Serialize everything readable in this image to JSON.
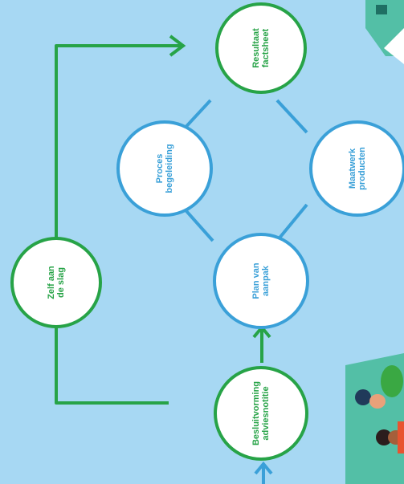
{
  "nodes": {
    "resultaat": {
      "line1": "Resultaat",
      "line2": "factsheet"
    },
    "proces": {
      "line1": "Proces",
      "line2": "begeleiding"
    },
    "maatwerk": {
      "line1": "Maatwerk",
      "line2": "producten"
    },
    "plan": {
      "line1": "Plan van",
      "line2": "aanpak"
    },
    "zelf": {
      "line1": "Zelf aan",
      "line2": "de slag"
    },
    "besluit": {
      "line1": "Besluitvorming",
      "line2": "adviesnotitie"
    }
  },
  "colors": {
    "background": "#a7d8f3",
    "green": "#27a347",
    "blue": "#3aa0d8",
    "fill": "#ffffff"
  }
}
